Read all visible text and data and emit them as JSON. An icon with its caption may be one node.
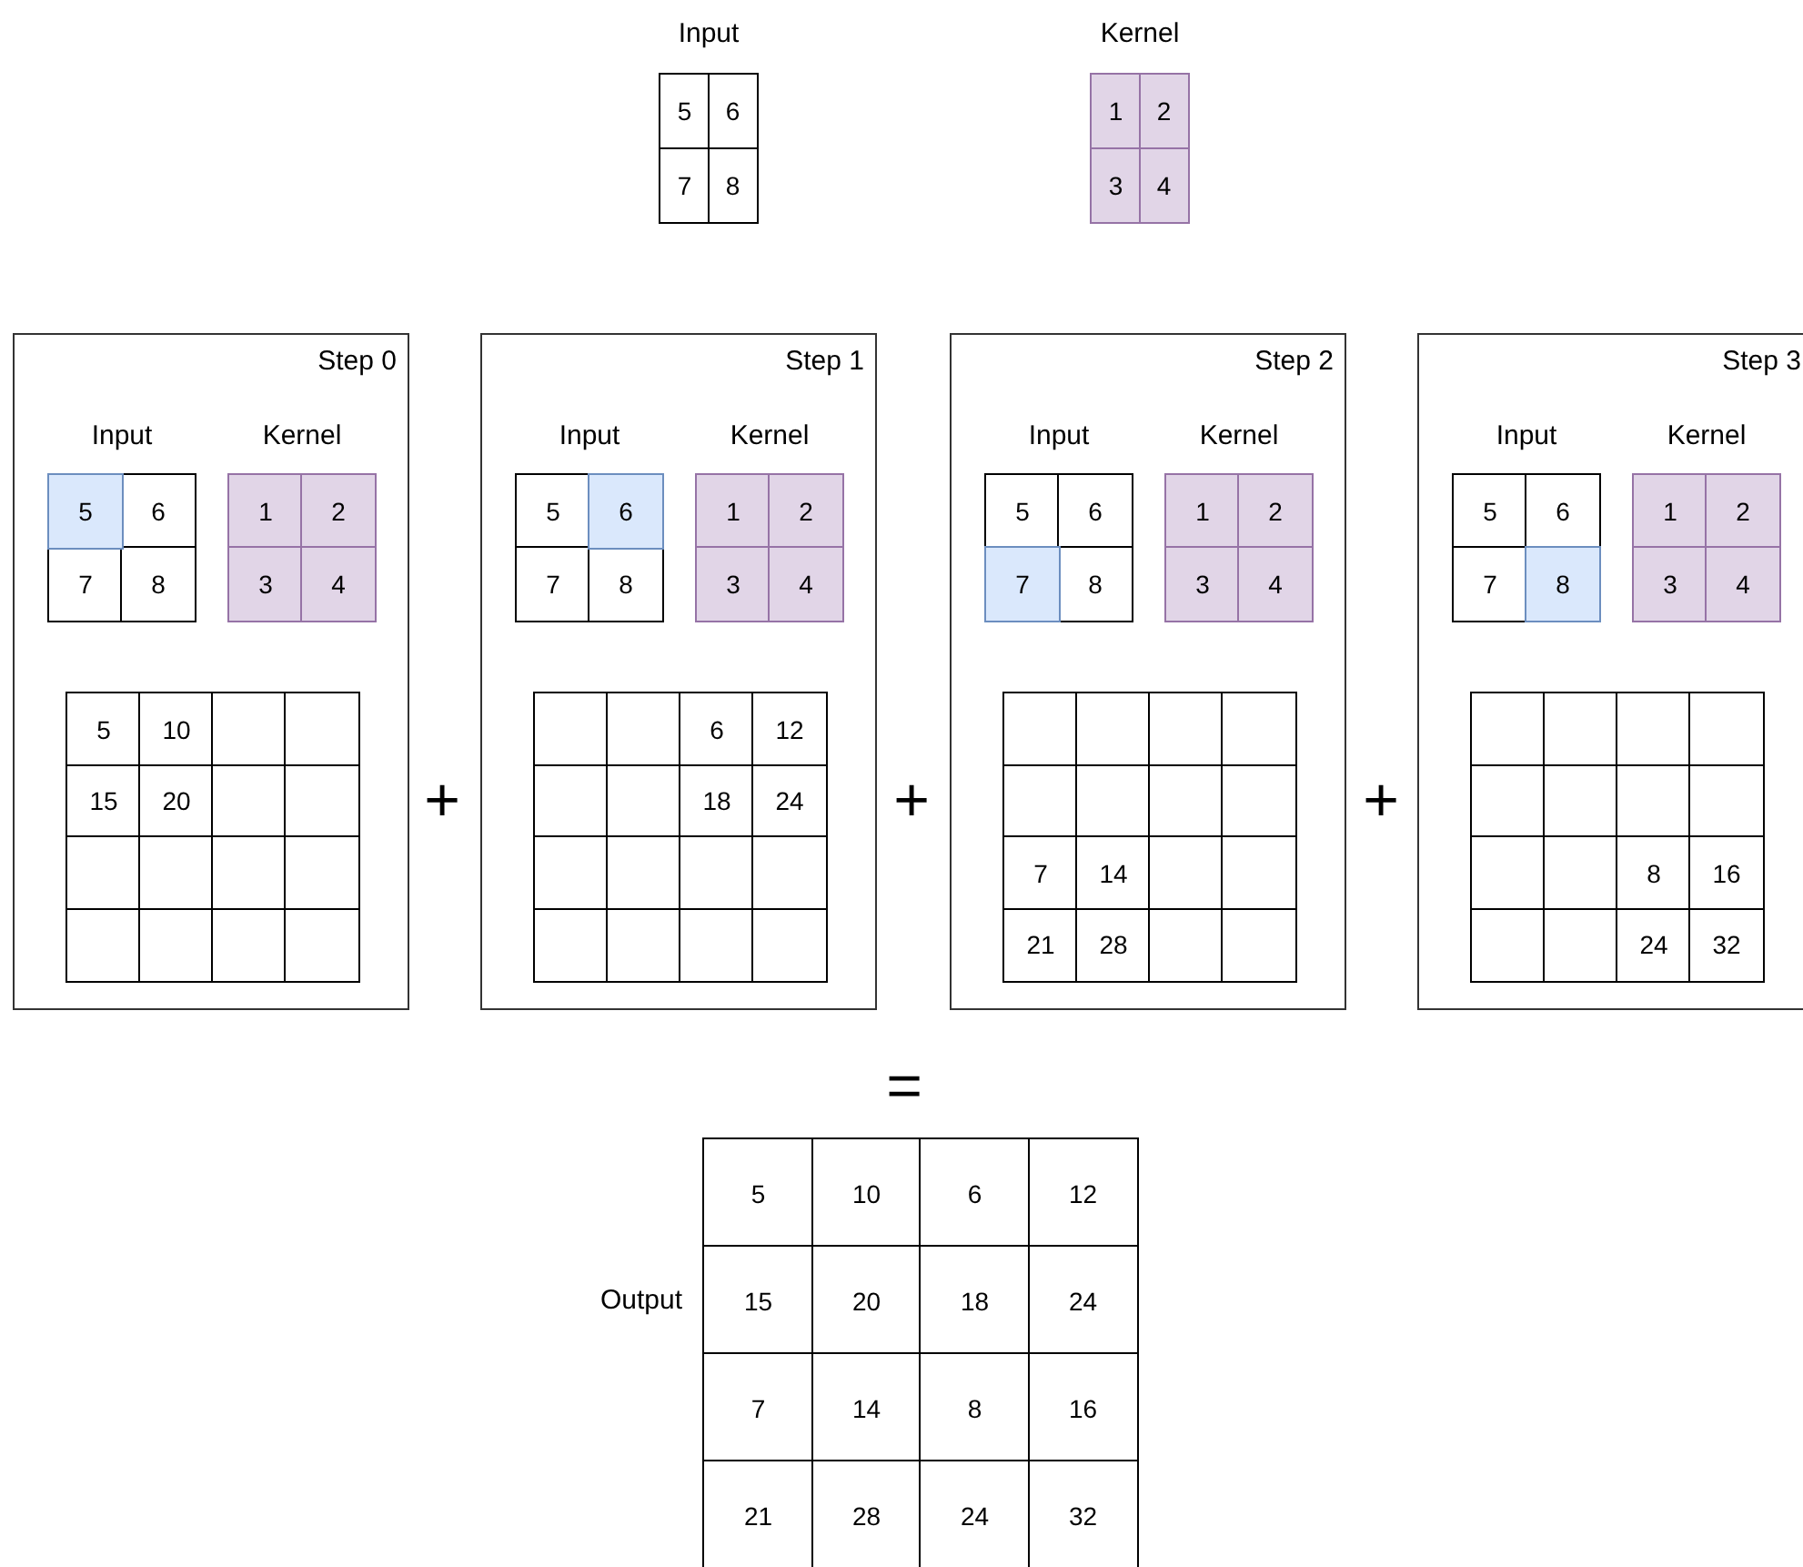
{
  "diagram": {
    "nodes": [
      {
        "text": [
          "Input",
          "5",
          "6",
          "7",
          "8"
        ]
      },
      {
        "text": [
          "Kernel",
          "1",
          "2",
          "3",
          "4"
        ]
      },
      {
        "text": [
          "Step 0"
        ]
      },
      {
        "text": [
          "Input",
          "5",
          "6",
          "7",
          "8"
        ],
        "in": 2
      },
      {
        "text": [
          "Kernel",
          "1",
          "2",
          "3",
          "4"
        ],
        "in": 2
      },
      {
        "text": [
          "5",
          "10",
          "15",
          "20"
        ],
        "in": 2
      },
      {
        "text": [
          "Step 1"
        ]
      },
      {
        "text": [
          "Input",
          "5",
          "6",
          "7",
          "8"
        ],
        "in": 6
      },
      {
        "text": [
          "Kernel",
          "1",
          "2",
          "3",
          "4"
        ],
        "in": 6
      },
      {
        "text": [
          "6",
          "12",
          "18",
          "24"
        ],
        "in": 6
      },
      {
        "text": [
          "Step 2"
        ]
      },
      {
        "text": [
          "Input",
          "5",
          "6",
          "7",
          "8"
        ],
        "in": 10
      },
      {
        "text": [
          "Kernel",
          "1",
          "2",
          "3",
          "4"
        ],
        "in": 10
      },
      {
        "text": [
          "7",
          "14",
          "21",
          "28"
        ],
        "in": 10
      },
      {
        "text": [
          "Step 3"
        ]
      },
      {
        "text": [
          "Input",
          "5",
          "6",
          "7",
          "8"
        ],
        "in": 14
      },
      {
        "text": [
          "Kernel",
          "1",
          "2",
          "3",
          "4"
        ],
        "in": 14
      },
      {
        "text": [
          "8",
          "16",
          "24",
          "32"
        ],
        "in": 14
      },
      {
        "text": [
          "5",
          "10",
          "6",
          "12",
          "15",
          "20",
          "18",
          "24",
          "7",
          "14",
          "8",
          "16",
          "21",
          "28",
          "24",
          "32"
        ],
        "beside": [
          "Output"
        ]
      }
    ],
    "edges": [],
    "labels": [
      "+",
      "+",
      "+",
      "="
    ]
  }
}
